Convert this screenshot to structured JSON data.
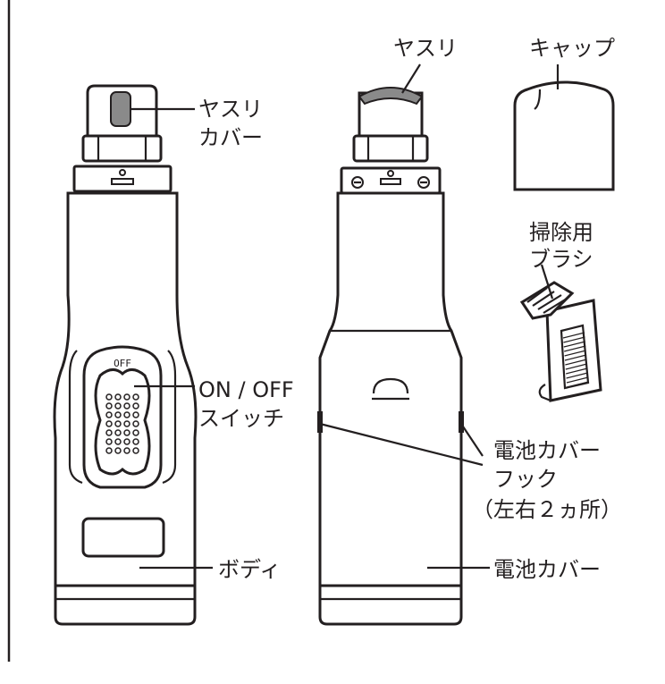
{
  "labels": {
    "file_cover_line1": "ヤスリ",
    "file_cover_line2": "カバー",
    "on_off_line1": "ON / OFF",
    "on_off_line2": "スイッチ",
    "body": "ボディ",
    "file": "ヤスリ",
    "cap": "キャップ",
    "brush_line1": "掃除用",
    "brush_line2": "ブラシ",
    "hook_line1": "電池カバー",
    "hook_line2": "フック",
    "hook_line3": "（左右２ヵ所）",
    "battery_cover": "電池カバー",
    "switch_text": "OFF"
  },
  "colors": {
    "line": "#231f20",
    "file_gray": "#8a8a8a",
    "background": "#ffffff"
  }
}
